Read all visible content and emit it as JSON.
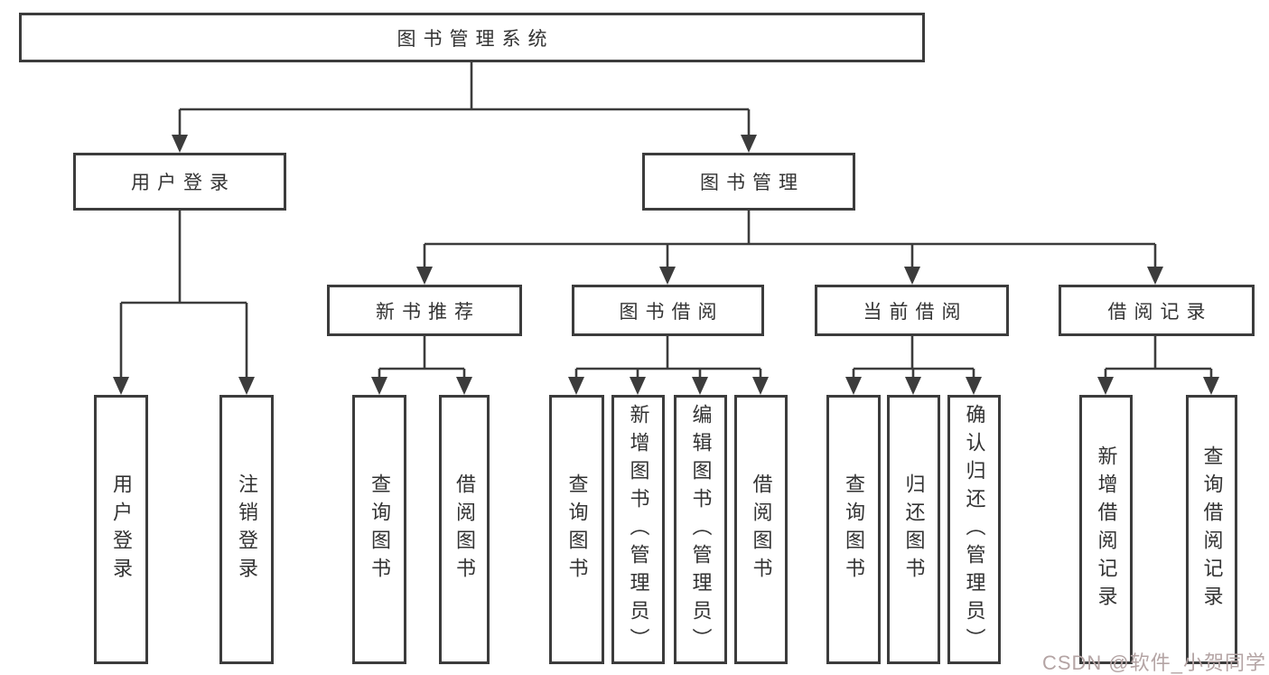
{
  "diagram": {
    "tree": {
      "label": "图书管理系统",
      "children": [
        {
          "label": "用户登录",
          "children": [
            {
              "label": "用户登录"
            },
            {
              "label": "注销登录"
            }
          ]
        },
        {
          "label": "图书管理",
          "children": [
            {
              "label": "新书推荐",
              "children": [
                {
                  "label": "查询图书"
                },
                {
                  "label": "借阅图书"
                }
              ]
            },
            {
              "label": "图书借阅",
              "children": [
                {
                  "label": "查询图书"
                },
                {
                  "label": "新增图书（管理员）"
                },
                {
                  "label": "编辑图书（管理员）"
                },
                {
                  "label": "借阅图书"
                }
              ]
            },
            {
              "label": "当前借阅",
              "children": [
                {
                  "label": "查询图书"
                },
                {
                  "label": "归还图书"
                },
                {
                  "label": "确认归还（管理员）"
                }
              ]
            },
            {
              "label": "借阅记录",
              "children": [
                {
                  "label": "新增借阅记录"
                },
                {
                  "label": "查询借阅记录"
                }
              ]
            }
          ]
        }
      ]
    },
    "watermark": "CSDN @软件_小贺同学",
    "colors": {
      "line": "#3c3c3c",
      "text": "#333333",
      "watermark": "#b4a4a4",
      "background": "#ffffff"
    }
  }
}
